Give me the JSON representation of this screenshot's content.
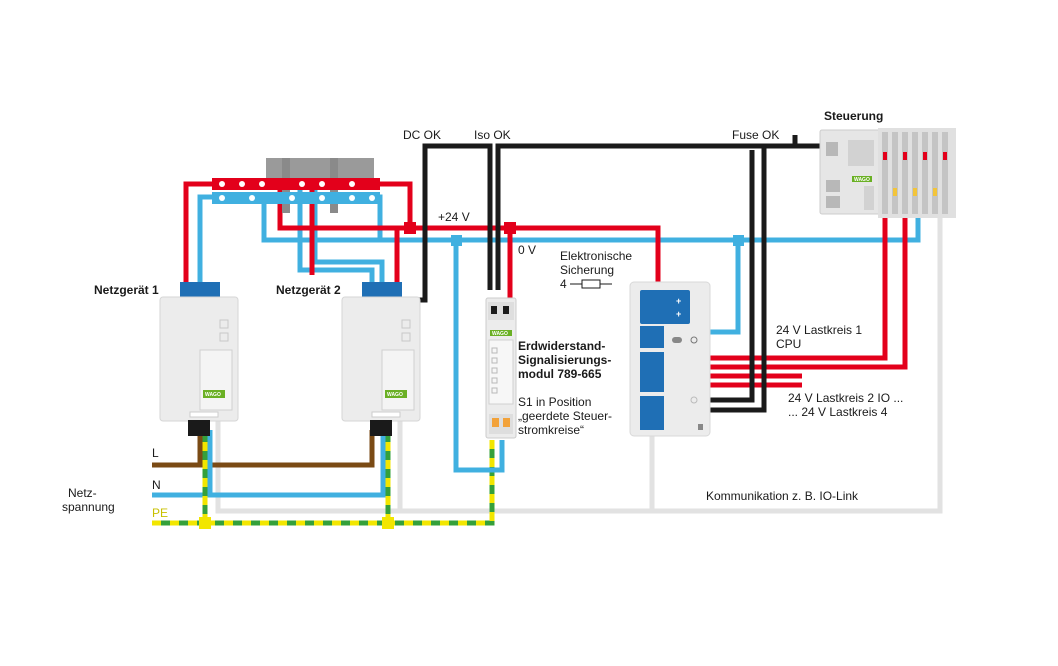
{
  "colors": {
    "red": "#e3001b",
    "black": "#1a1a1a",
    "blue": "#40b0e0",
    "brown": "#7a4a14",
    "grey": "#e2e2e2",
    "pe_green": "#35a03a",
    "pe_yellow": "#f2e600",
    "device": "#ececec",
    "connector": "#1f6fb5",
    "logo_green": "#6ab024"
  },
  "labels": {
    "psu1": "Netzgerät 1",
    "psu2": "Netzgerät 2",
    "controller": "Steuerung",
    "dc_ok": "DC OK",
    "iso_ok": "Iso OK",
    "fuse_ok": "Fuse OK",
    "plus24": "+24 V",
    "zero_v": "0 V",
    "fuse_line1": "Elektronische",
    "fuse_line2": "Sicherung",
    "fuse_num": "4",
    "module_line1": "Erdwiderstand-",
    "module_line2": "Signalisierungs-",
    "module_line3": "modul 789-665",
    "s1_line1": "S1 in Position",
    "s1_line2": "„geerdete Steuer-",
    "s1_line3": "stromkreise“",
    "load1_line1": "24 V Lastkreis 1",
    "load1_line2": "CPU",
    "load2": "24 V Lastkreis 2 IO ...",
    "load4": "... 24 V Lastkreis 4",
    "comm": "Kommunikation z. B. IO-Link",
    "L": "L",
    "N": "N",
    "PE": "PE",
    "mains_line1": "Netz-",
    "mains_line2": "spannung",
    "logo": "WAGO"
  },
  "icons": {
    "fuse": "fuse-symbol-icon",
    "led": "led-sun-icon"
  }
}
